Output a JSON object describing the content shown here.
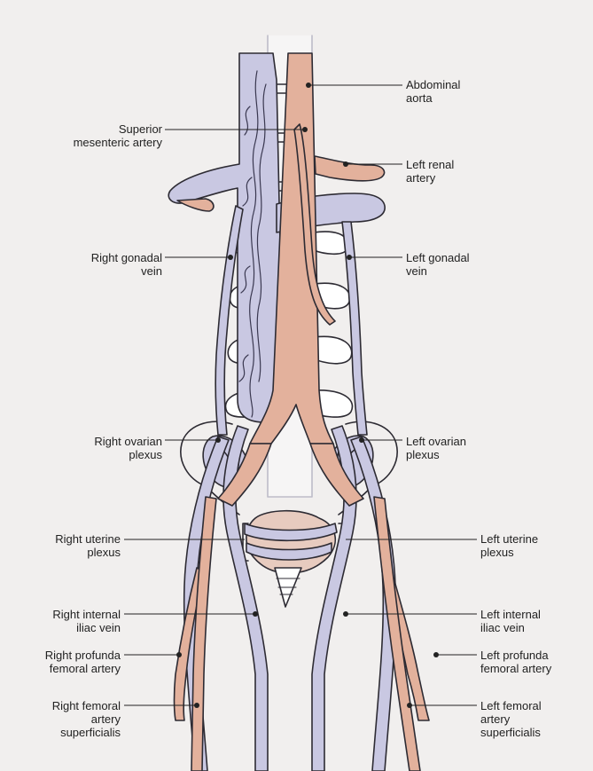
{
  "colors": {
    "background": "#f1efee",
    "vein_fill": "#c9c8e2",
    "artery_fill": "#e3b19c",
    "outline": "#2d2b33"
  },
  "labels": {
    "abdominal_aorta": [
      "Abdominal",
      "aorta"
    ],
    "superior_mesenteric_artery": [
      "Superior",
      "mesenteric artery"
    ],
    "left_renal_artery": [
      "Left renal",
      "artery"
    ],
    "right_gonadal_vein": [
      "Right gonadal",
      "vein"
    ],
    "left_gonadal_vein": [
      "Left gonadal",
      "vein"
    ],
    "right_ovarian_plexus": [
      "Right ovarian",
      "plexus"
    ],
    "left_ovarian_plexus": [
      "Left ovarian",
      "plexus"
    ],
    "right_uterine_plexus": [
      "Right uterine",
      "plexus"
    ],
    "left_uterine_plexus": [
      "Left uterine",
      "plexus"
    ],
    "right_internal_iliac_vein": [
      "Right internal",
      "iliac vein"
    ],
    "left_internal_iliac_vein": [
      "Left internal",
      "iliac vein"
    ],
    "right_profunda_femoral_artery": [
      "Right profunda",
      "femoral artery"
    ],
    "left_profunda_femoral_artery": [
      "Left profunda",
      "femoral artery"
    ],
    "right_femoral_artery_superficialis": [
      "Right femoral",
      "artery",
      "superficialis"
    ],
    "left_femoral_artery_superficialis": [
      "Left femoral",
      "artery",
      "superficialis"
    ]
  }
}
